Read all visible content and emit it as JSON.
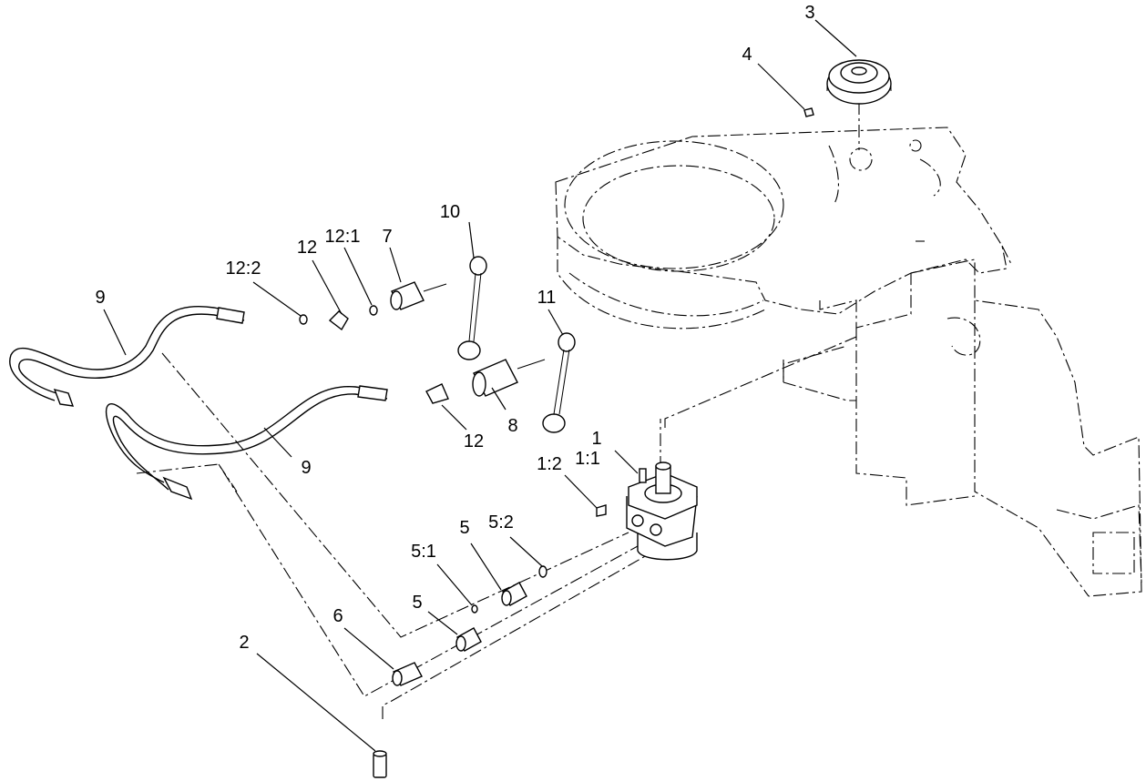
{
  "diagram": {
    "callouts": {
      "c1": "1",
      "c1_1": "1:1",
      "c1_2": "1:2",
      "c2": "2",
      "c3": "3",
      "c4": "4",
      "c5a": "5",
      "c5b": "5",
      "c5_1": "5:1",
      "c5_2": "5:2",
      "c6": "6",
      "c7": "7",
      "c8": "8",
      "c9a": "9",
      "c9b": "9",
      "c10": "10",
      "c11": "11",
      "c12a": "12",
      "c12b": "12",
      "c12_1": "12:1",
      "c12_2": "12:2"
    }
  }
}
